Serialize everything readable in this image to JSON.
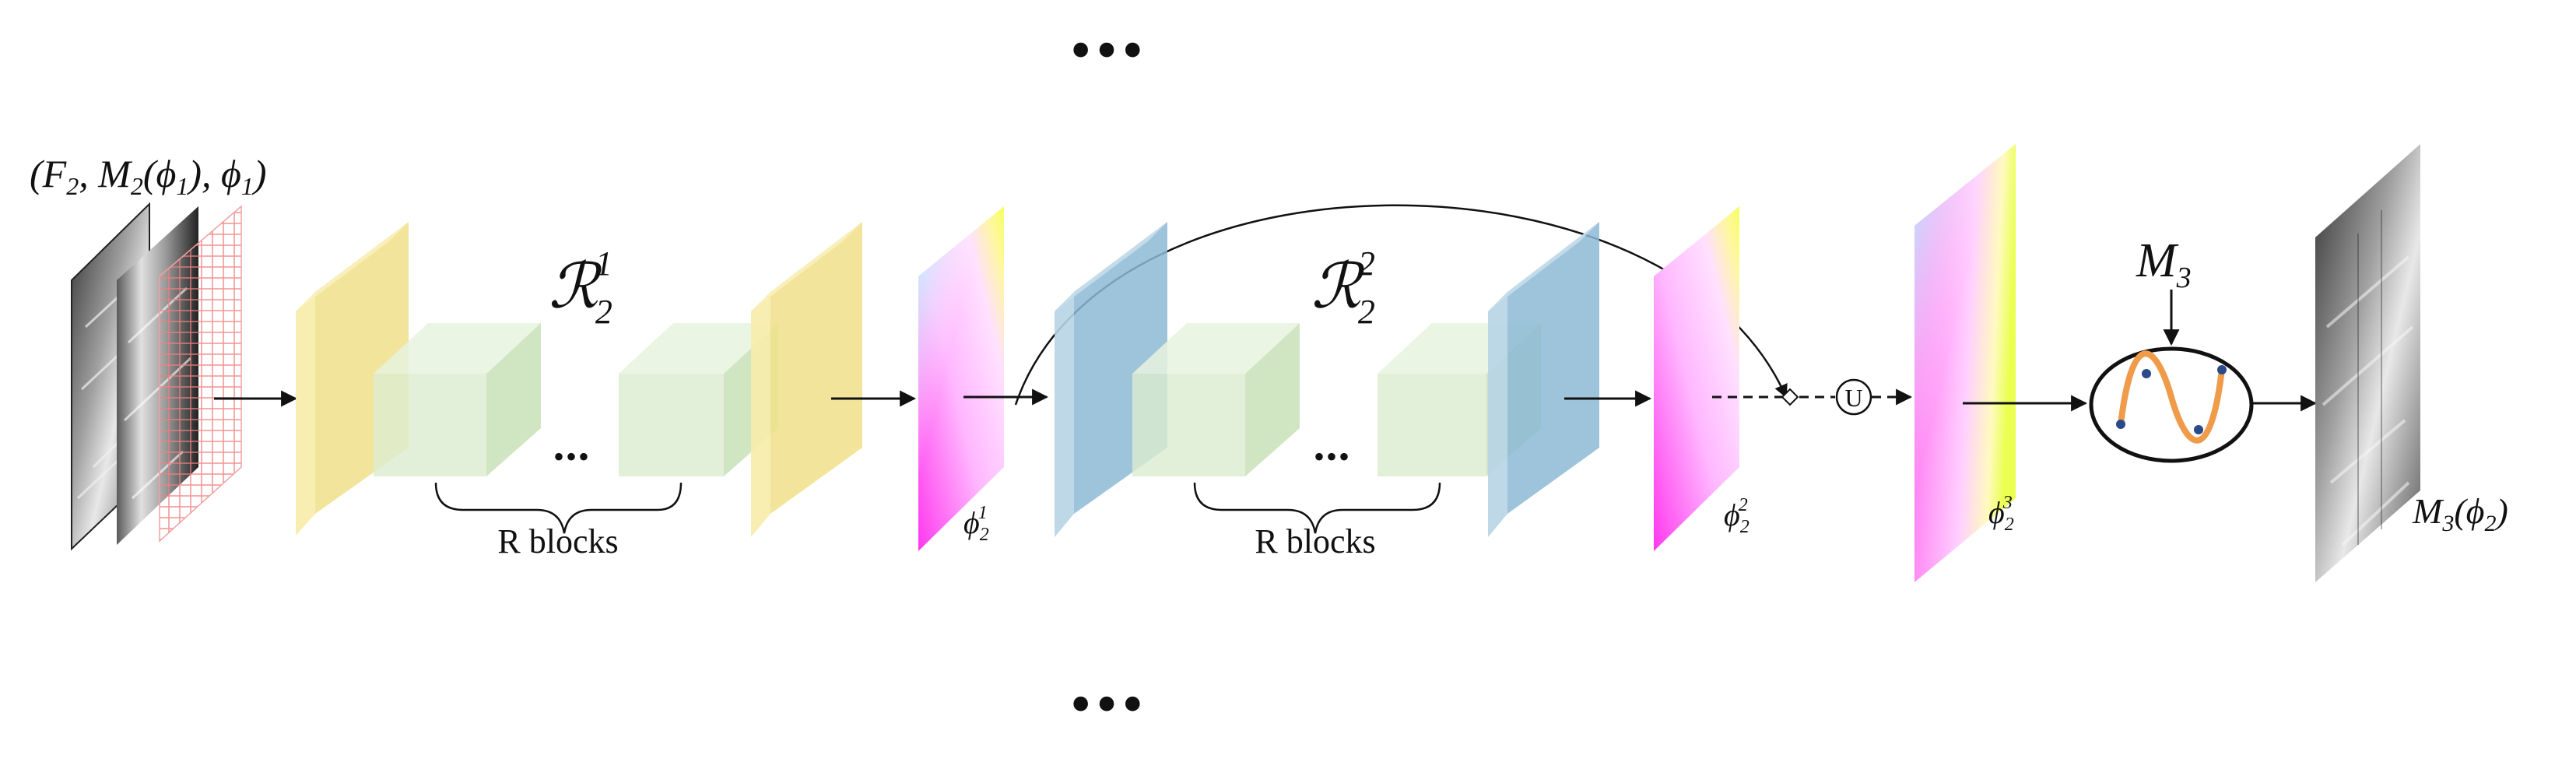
{
  "input_label": {
    "base": "(F",
    "s1": "2",
    "m": ", M",
    "s2": "2",
    "p1": "(ϕ",
    "s3": "1",
    "p2": "), ϕ",
    "s4": "1",
    "p3": ")"
  },
  "stages": [
    {
      "name": "ℛ",
      "sub": "2",
      "sup": "1",
      "block_label": "R blocks",
      "ellipsis": "•••"
    },
    {
      "name": "ℛ",
      "sub": "2",
      "sup": "2",
      "block_label": "R blocks",
      "ellipsis": "•••"
    }
  ],
  "flows": [
    {
      "sym": "ϕ",
      "sub": "2",
      "sup": "1"
    },
    {
      "sym": "ϕ",
      "sub": "2",
      "sup": "2"
    },
    {
      "sym": "ϕ",
      "sub": "2",
      "sup": "3"
    }
  ],
  "upsample_symbol": "U",
  "mapping": {
    "name": "M",
    "sub": "3"
  },
  "output_label": {
    "a": "M",
    "s": "3",
    "b": "(ϕ",
    "t": "2",
    "c": ")"
  },
  "top_ellipsis": "•••",
  "bottom_ellipsis": "•••",
  "colors": {
    "yellow_layer": "#f0e08a",
    "blue_layer": "#8dbad5",
    "green_block": "#d9ebcf",
    "curve": "#ef9b4a",
    "point": "#2a4a8a"
  }
}
